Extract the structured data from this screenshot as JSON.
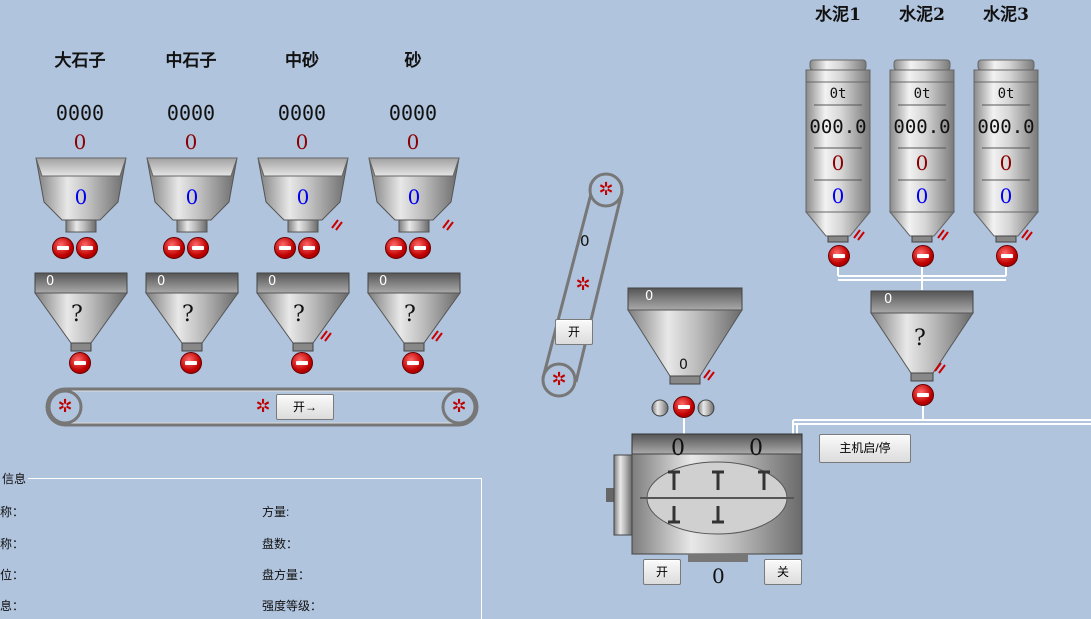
{
  "aggregates": [
    {
      "name": "大石子",
      "weight": "0000",
      "red": "0",
      "blue": "0",
      "hopper": "0",
      "q": "?"
    },
    {
      "name": "中石子",
      "weight": "0000",
      "red": "0",
      "blue": "0",
      "hopper": "0",
      "q": "?"
    },
    {
      "name": "中砂",
      "weight": "0000",
      "red": "0",
      "blue": "0",
      "hopper": "0",
      "q": "?"
    },
    {
      "name": "砂",
      "weight": "0000",
      "red": "0",
      "blue": "0",
      "hopper": "0",
      "q": "?"
    }
  ],
  "belt": {
    "button": "开→"
  },
  "incline": {
    "value": "0",
    "button": "开"
  },
  "mixer_hopper": {
    "top": "0",
    "value": "0"
  },
  "mixer": {
    "left": "0",
    "right": "0",
    "bottom": "0",
    "open": "开",
    "close": "关",
    "host": "主机启/停"
  },
  "cement": [
    {
      "name": "水泥1",
      "t": "0t",
      "w": "000.0",
      "red": "0",
      "blue": "0"
    },
    {
      "name": "水泥2",
      "t": "0t",
      "w": "000.0",
      "red": "0",
      "blue": "0"
    },
    {
      "name": "水泥3",
      "t": "0t",
      "w": "000.0",
      "red": "0",
      "blue": "0"
    }
  ],
  "cement_hopper": {
    "top": "0",
    "q": "?"
  },
  "info": {
    "title": "信息",
    "l1": "称：",
    "l2": "称：",
    "l3": "位：",
    "l4": "息：",
    "r1": "方量:",
    "r2": "盘数：",
    "r3": "盘方量：",
    "r4": "强度等级："
  }
}
